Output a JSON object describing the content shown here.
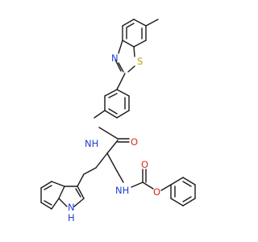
{
  "labels": {
    "sulfur": "S",
    "thiazole_n": "N",
    "amide_nh": "NH",
    "amide_o": "O",
    "carbamate_nh": "NH",
    "carbonyl_o": "O",
    "ester_o": "O",
    "indole_nh": "N",
    "indole_h": "H"
  },
  "colors": {
    "bond": "#1a1a1a",
    "nitrogen": "#1f3fd1",
    "oxygen": "#d92b1e",
    "sulfur": "#b8a300",
    "background": "#ffffff"
  }
}
